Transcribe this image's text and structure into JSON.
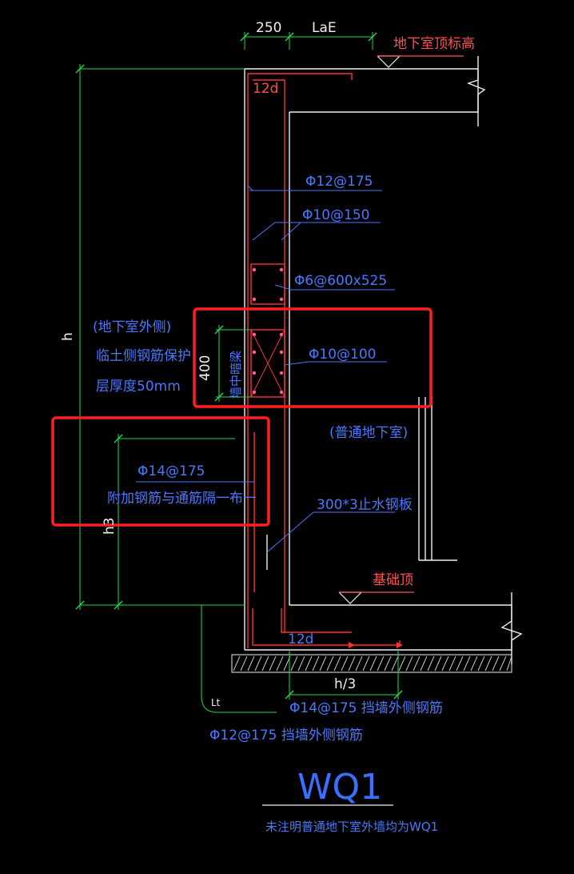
{
  "dimensions": {
    "top_left": "250",
    "top_right": "LaE",
    "height_total": "h",
    "height_h3": "h3",
    "height_400": "400",
    "bottom_h3": "h/3",
    "lt": "Lt"
  },
  "elevations": {
    "roof_label": "地下室顶标高",
    "foundation_label": "基础顶"
  },
  "anchorage": {
    "top": "12d",
    "bottom": "12d"
  },
  "rebar_labels": {
    "vertical": "Φ12@175",
    "horizontal": "Φ10@150",
    "tie": "Φ6@600x525",
    "dense": "Φ10@100",
    "added": "Φ14@175",
    "added_note": "附加钢筋与通筋隔一布一",
    "waterstop": "300*3止水钢板",
    "bottom_outer": "Φ14@175 挡墙外侧钢筋",
    "bottom_outer2": "Φ12@175 挡墙外侧钢筋",
    "wall_mid": "墙中暗梁"
  },
  "notes": {
    "outer_side": "(地下室外侧)",
    "cover_line1": "临土侧钢筋保护",
    "cover_line2": "层厚度50mm",
    "room_type": "(普通地下室)"
  },
  "title": {
    "code": "WQ1",
    "subtitle": "未注明普通地下室外墙均为WQ1"
  },
  "colors": {
    "background": "#000000",
    "concrete": "#f0f0f0",
    "rebar": "#ff3030",
    "dimension": "#22dd44",
    "text": "#4a78ff",
    "highlight_box": "#ff1f1f"
  }
}
